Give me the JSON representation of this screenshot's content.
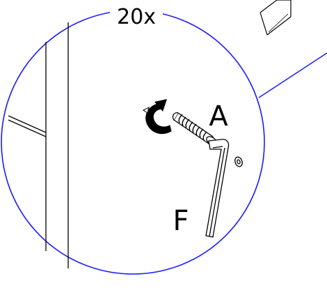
{
  "diagram": {
    "quantity_label": "20x",
    "part_labels": {
      "screw": "A",
      "hex_key": "F"
    },
    "colors": {
      "circle": "#1a1aff",
      "line": "#000000",
      "background": "#ffffff"
    },
    "icons": {
      "rotation": "clockwise-arrow-icon"
    }
  }
}
